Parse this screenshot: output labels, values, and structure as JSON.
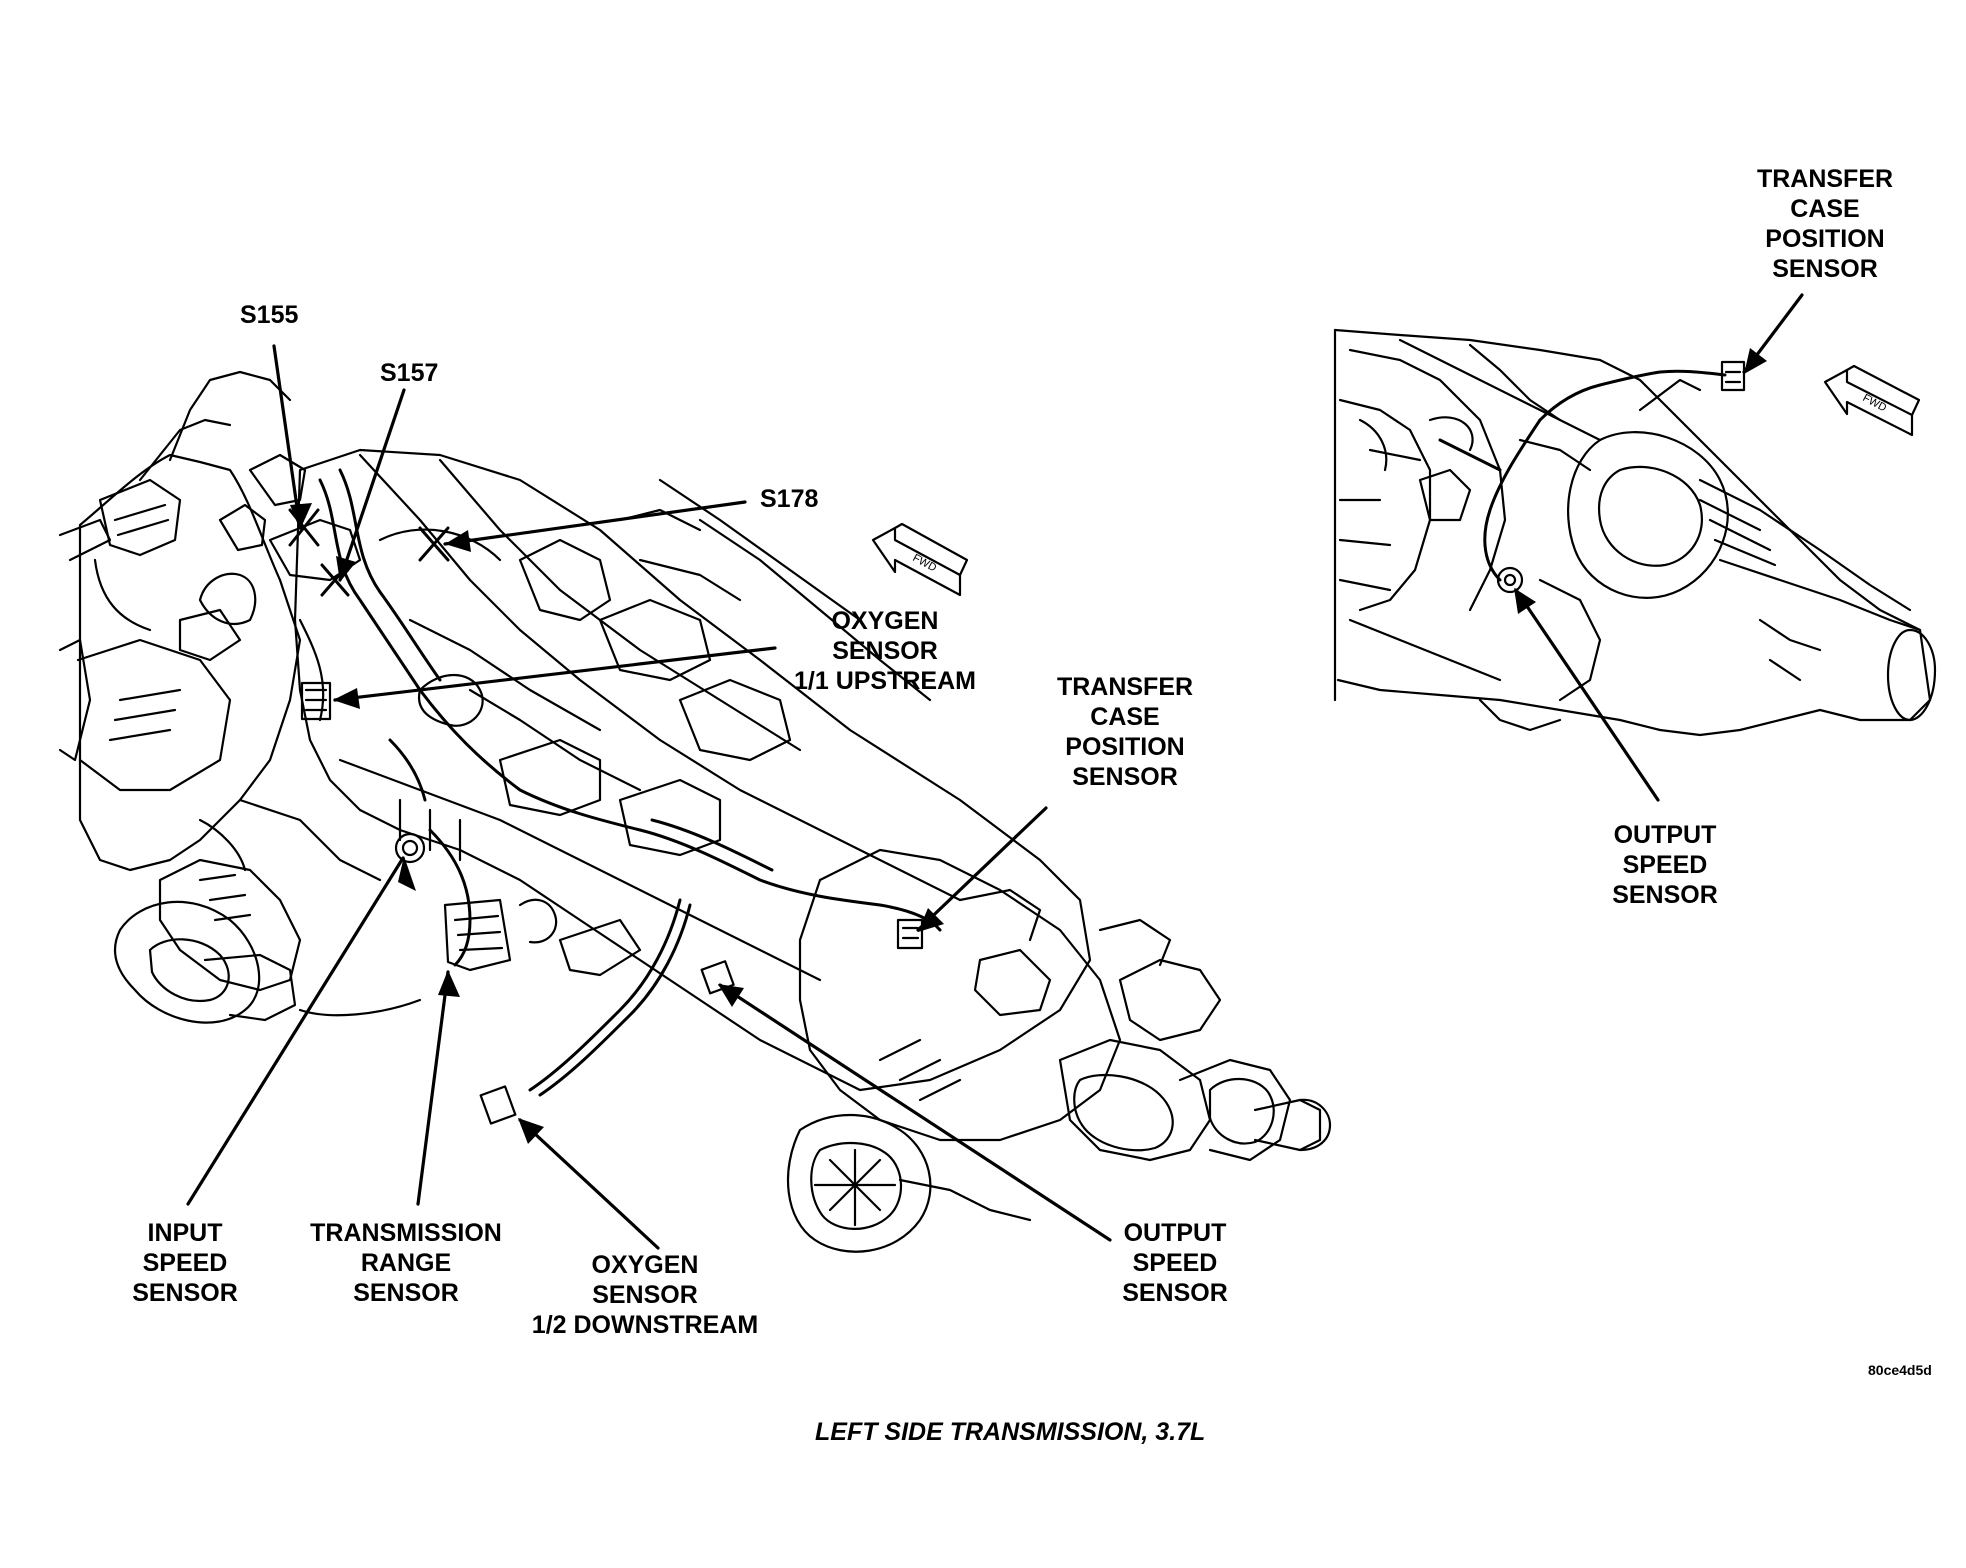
{
  "callouts": {
    "s155": "S155",
    "s157": "S157",
    "s178": "S178",
    "oxygen_upstream": [
      "OXYGEN",
      "SENSOR",
      "1/1 UPSTREAM"
    ],
    "transfer_case_main": [
      "TRANSFER",
      "CASE",
      "POSITION",
      "SENSOR"
    ],
    "transfer_case_inset": [
      "TRANSFER",
      "CASE",
      "POSITION",
      "SENSOR"
    ],
    "output_speed_inset": [
      "OUTPUT",
      "SPEED",
      "SENSOR"
    ],
    "input_speed": [
      "INPUT",
      "SPEED",
      "SENSOR"
    ],
    "transmission_range": [
      "TRANSMISSION",
      "RANGE",
      "SENSOR"
    ],
    "oxygen_downstream": [
      "OXYGEN",
      "SENSOR",
      "1/2 DOWNSTREAM"
    ],
    "output_speed_main": [
      "OUTPUT",
      "SPEED",
      "SENSOR"
    ]
  },
  "fwd_marker": "FWD",
  "reference_code": "80ce4d5d",
  "caption": "LEFT SIDE TRANSMISSION, 3.7L"
}
